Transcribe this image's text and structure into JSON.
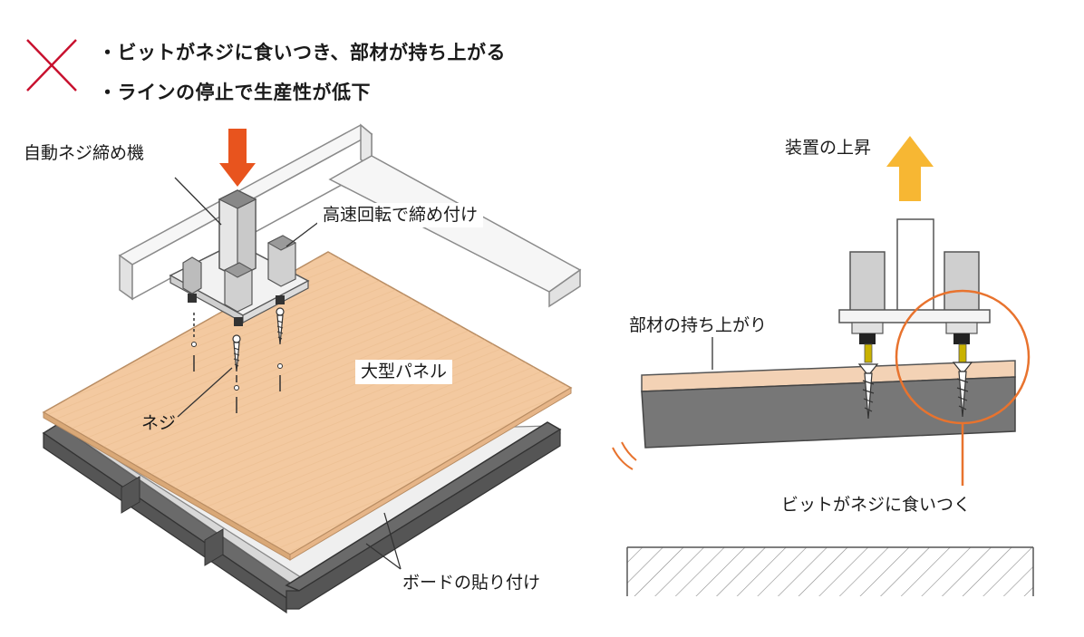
{
  "header": {
    "mark": "x-mark-icon",
    "bullets": [
      "・ビットがネジに食いつき、部材が持ち上がる",
      "・ラインの停止で生産性が低下"
    ]
  },
  "labels": {
    "machine": "自動ネジ締め機",
    "rotation": "高速回転で締め付け",
    "panel": "大型パネル",
    "screw": "ネジ",
    "board": "ボードの貼り付け",
    "rise": "装置の上昇",
    "lift": "部材の持ち上がり",
    "bite": "ビットがネジに食いつく"
  },
  "colors": {
    "mark": "#c8102e",
    "push_arrow": "#e8541e",
    "rise_arrow": "#f7b733",
    "panel": "#f3c9a0",
    "frame_dark": "#5b5b5b",
    "circle": "#e8732e"
  }
}
